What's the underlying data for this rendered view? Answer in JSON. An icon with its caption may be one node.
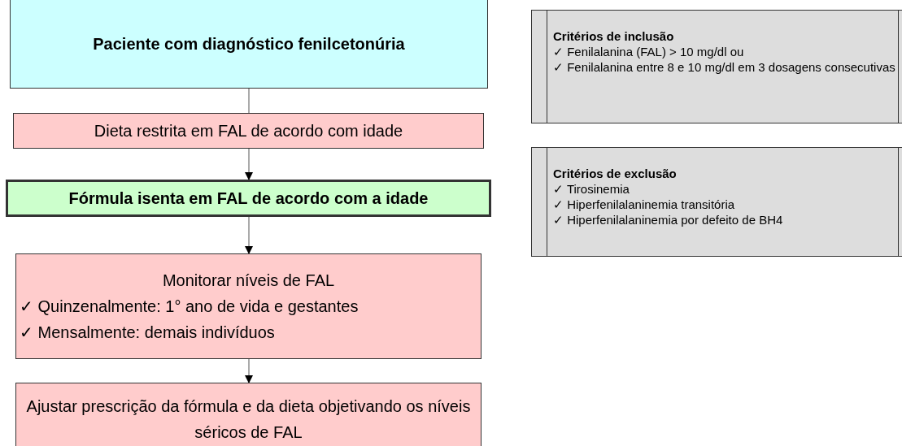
{
  "diagram": {
    "nodes": [
      {
        "text": [
          "Paciente com diagnóstico fenilcetonúria"
        ]
      },
      {
        "text": [
          "Dieta restrita em FAL de acordo com idade"
        ]
      },
      {
        "text": [
          "Fórmula isenta em FAL de acordo com a idade"
        ]
      },
      {
        "text": [
          "Monitorar níveis de FAL",
          "✓ Quinzenalmente: 1° ano de vida e gestantes",
          "✓ Mensalmente: demais indivíduos"
        ]
      },
      {
        "text": [
          "Ajustar prescrição da fórmula e da dieta objetivando os níveis séricos de FAL"
        ]
      },
      {
        "text": [
          "Critérios de inclusão",
          "✓ Fenilalanina (FAL) > 10 mg/dl ou",
          "✓ Fenilalanina entre 8 e 10 mg/dl em 3 dosagens consecutivas"
        ]
      },
      {
        "text": [
          "Critérios de exclusão",
          "✓ Tirosinemia",
          "✓ Hiperfenilalaninemia transitória",
          "✓ Hiperfenilalaninemia por defeito de BH4"
        ]
      }
    ],
    "edges": [
      {
        "from": 0,
        "to": 1,
        "arrow": "none"
      },
      {
        "from": 1,
        "to": 2,
        "arrow": "to"
      },
      {
        "from": 2,
        "to": 3,
        "arrow": "to"
      },
      {
        "from": 3,
        "to": 4,
        "arrow": "to"
      }
    ]
  }
}
